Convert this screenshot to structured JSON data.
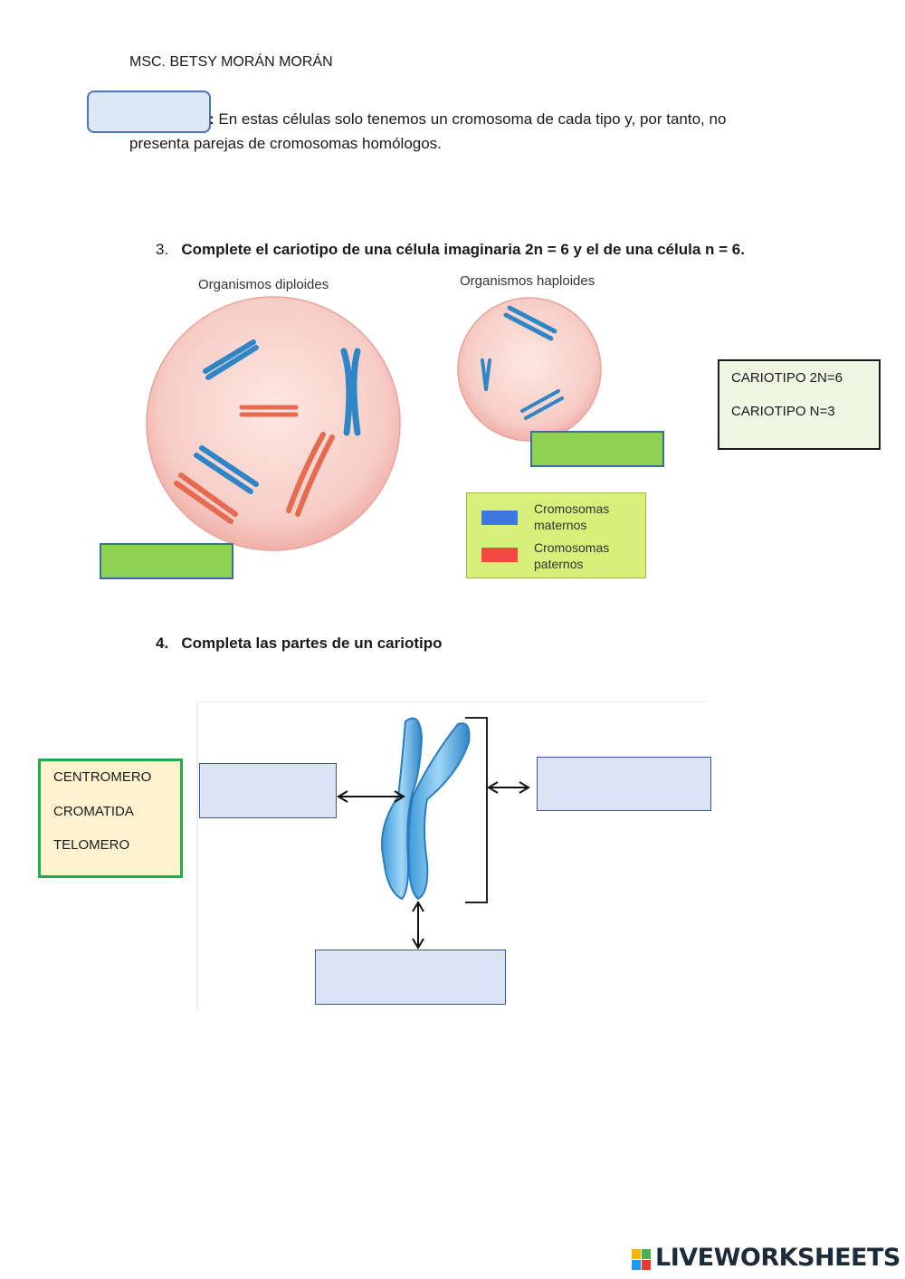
{
  "header": {
    "author": "MSC. BETSY MORÁN MORÁN"
  },
  "definition": {
    "answer_value": "",
    "colon": ":",
    "text_line1": "En estas células solo tenemos un cromosoma de cada tipo y, por tanto, no",
    "text_line2": "presenta parejas de cromosomas homólogos."
  },
  "question3": {
    "number": "3.",
    "text": "Complete el cariotipo de una célula imaginaria 2n = 6 y el de una célula n = 6.",
    "label_diploid": "Organismos diploides",
    "label_haploid": "Organismos haploides",
    "legend": {
      "maternal": "Cromosomas maternos",
      "paternal": "Cromosomas paternos",
      "maternal_color": "#3b78e0",
      "paternal_color": "#f04a43"
    },
    "word_bank": [
      "CARIOTIPO 2N=6",
      "CARIOTIPO N=3"
    ]
  },
  "question4": {
    "number": "4.",
    "text": "Completa las partes de un cariotipo",
    "word_bank": [
      "CENTROMERO",
      "CROMATIDA",
      "TELOMERO"
    ]
  },
  "footer": {
    "brand": "LIVEWORKSHEETS"
  }
}
